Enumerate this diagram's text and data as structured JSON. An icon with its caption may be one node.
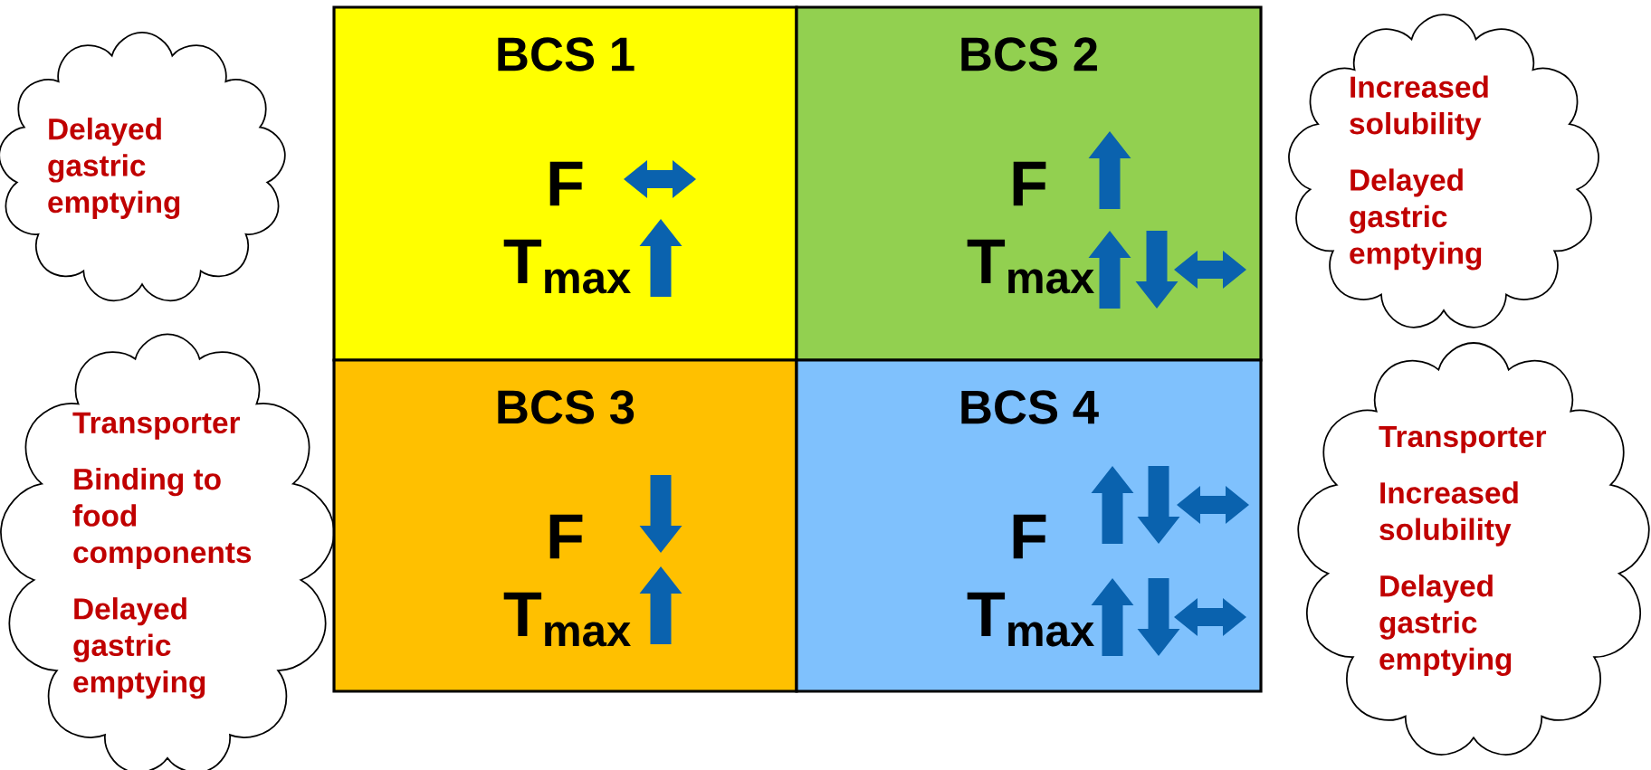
{
  "diagram": {
    "nodes": [
      {
        "text": [
          "Delayed gastric emptying"
        ]
      },
      {
        "text": [
          "BCS 1",
          "F",
          "T$_{max}$"
        ]
      },
      {
        "text": [
          "BCS 2",
          "F",
          "T$_{max}$"
        ]
      },
      {
        "text": [
          "Increased solubility",
          "Delayed gastric emptying"
        ]
      },
      {
        "text": [
          "Transporter",
          "Binding to food components",
          "Delayed gastric emptying"
        ]
      },
      {
        "text": [
          "BCS 3",
          "F",
          "T$_{max}$"
        ]
      },
      {
        "text": [
          "BCS 4",
          "F",
          "T$_{max}$"
        ]
      },
      {
        "text": [
          "Transporter",
          "Increased solubility",
          "Delayed gastric emptying"
        ]
      }
    ],
    "edges": []
  }
}
